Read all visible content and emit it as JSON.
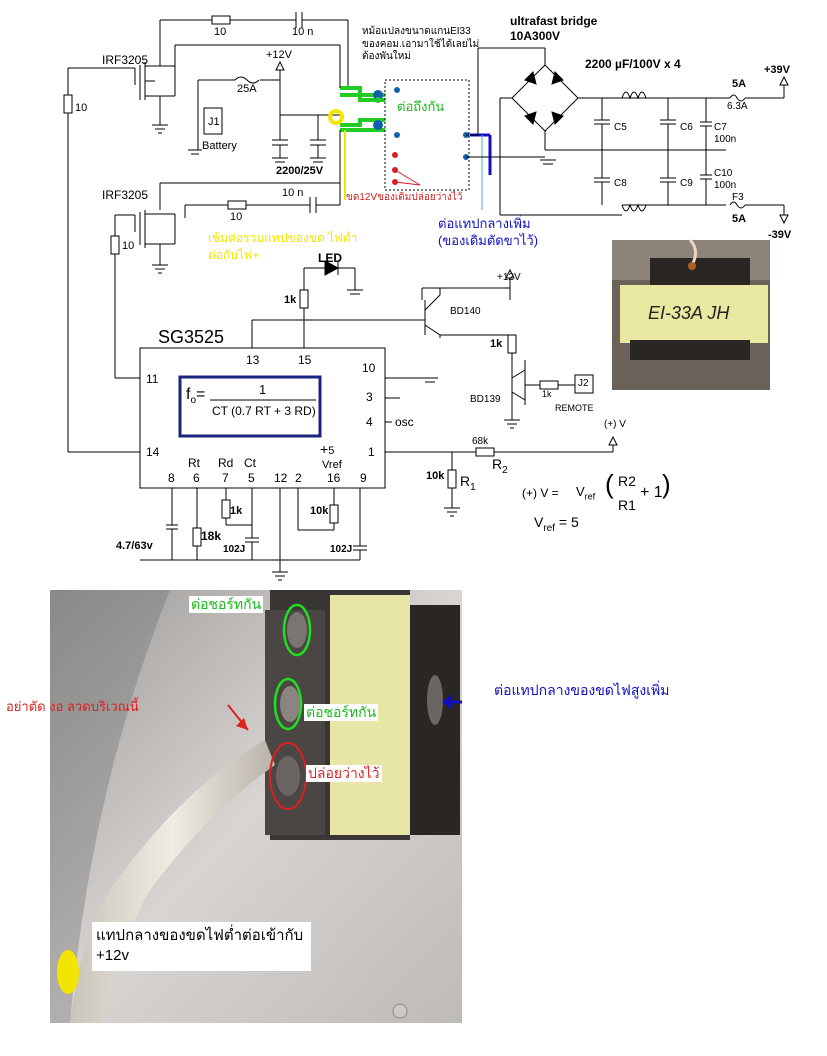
{
  "schematic": {
    "mosfet_top": "IRF3205",
    "mosfet_bottom": "IRF3205",
    "gate_res_left": "10",
    "gate_res_bottom": "10",
    "snubber_res_top": "10",
    "snubber_cap_top": "10 n",
    "snubber_res_bottom": "10",
    "snubber_cap_bottom": "10 n",
    "supply_12v": "+12V",
    "fuse_25a": "25A",
    "relay_j1": "J1",
    "battery": "Battery",
    "input_caps": "2200/25V",
    "transformer_note": "หม้อแปลงขนาดแกนEI33 ของคอม.เอามาใช้ได้เลยไม่ต้องพันใหม่",
    "connect_together": "ต่อถึงกัน",
    "bridge_title": "ultrafast bridge",
    "bridge_part": "10A300V",
    "caps_title_a": "2200 µF",
    "caps_title_b": "/100V",
    "caps_title_c": "x 4",
    "fuse_pos_a": "5A",
    "fuse_pos_b": "6.3A",
    "out_pos": "+39V",
    "c5": "C5",
    "c6": "C6",
    "c7": "C7",
    "c7v": "100n",
    "c8": "C8",
    "c9": "C9",
    "c10": "C10",
    "c10v": "100n",
    "f3": "F3",
    "fuse_neg": "5A",
    "out_neg": "-39V",
    "leave_free": "ขด12Vของเดิมปล่อยว่างไว้",
    "center_tap_add": "ต่อแทปกลางเพิ่ม",
    "center_tap_add_sub": "(ของเดิมตัดขาไว้)",
    "yellow_note_a": "เข้มต่อรวมแทปของขด ไฟต่ำ",
    "yellow_note_b": "ต่อกับไฟ+",
    "led": "LED",
    "res_1k_led": "1k",
    "supply_12v_b": "+12V",
    "bd140": "BD140",
    "res_1k_b": "1k",
    "bd139": "BD139",
    "res_1k_remote": "1k",
    "j2": "J2",
    "remote": "REMOTE",
    "ic_name": "SG3525",
    "pin13": "13",
    "pin15": "15",
    "pin10": "10",
    "pin11": "11",
    "pin3": "3",
    "pin4": "4",
    "osc": "osc",
    "pin14": "14",
    "pin1": "1",
    "vref_plus": "+",
    "vref_5": "5",
    "vref_label": "Vref",
    "pin8": "8",
    "pin6": "6",
    "pin7": "7",
    "pin5": "5",
    "pin12": "12",
    "pin2": "2",
    "pin16": "16",
    "pin9": "9",
    "rt": "Rt",
    "rd": "Rd",
    "ct": "Ct",
    "formula_f": "f",
    "formula_o": "o",
    "formula_eq": "=",
    "formula_num": "1",
    "formula_den": "CT (0.7 RT + 3 RD)",
    "out_v_label": "(+) V",
    "r68k": "68k",
    "r2": "R",
    "r2sub": "2",
    "r10k": "10k",
    "r1": "R",
    "r1sub": "1",
    "eq_lhs": "(+) V =",
    "eq_vref": "V",
    "eq_vref_sub": "ref",
    "eq_num": "R2",
    "eq_den": "R1",
    "eq_plus1": "+ 1",
    "eq2_v": "V",
    "eq2_sub": "ref",
    "eq2_val": "= 5",
    "cap_47": "4.7/63v",
    "res_18k": "18k",
    "res_1k_rd": "1k",
    "cap_102j_a": "102J",
    "res_10k_ss": "10k",
    "cap_102j_b": "102J",
    "inset_text": "EI-33A JH"
  },
  "photo": {
    "solder_top": "ต่อชอร์ทกัน",
    "solder_mid": "ต่อชอร์ทกัน",
    "leave_free": "ปล่อยว่างไว้",
    "dont_cut": "อย่าตัด งอ ลวดบริเวณนี้",
    "center_tap_hv": "ต่อแทปกลางของขดไฟสูงเพิ่ม",
    "center_tap_lv_a": "แทปกลางของขดไฟต่ำต่อเข้ากับ",
    "center_tap_lv_b": "+12v"
  },
  "colors": {
    "green_wire": "#22cc22",
    "blue_frame": "#1a237e",
    "annotation_green": "#1db81d",
    "annotation_red": "#d42020",
    "annotation_blue": "#1010c0",
    "annotation_yellow": "#f2e600"
  }
}
